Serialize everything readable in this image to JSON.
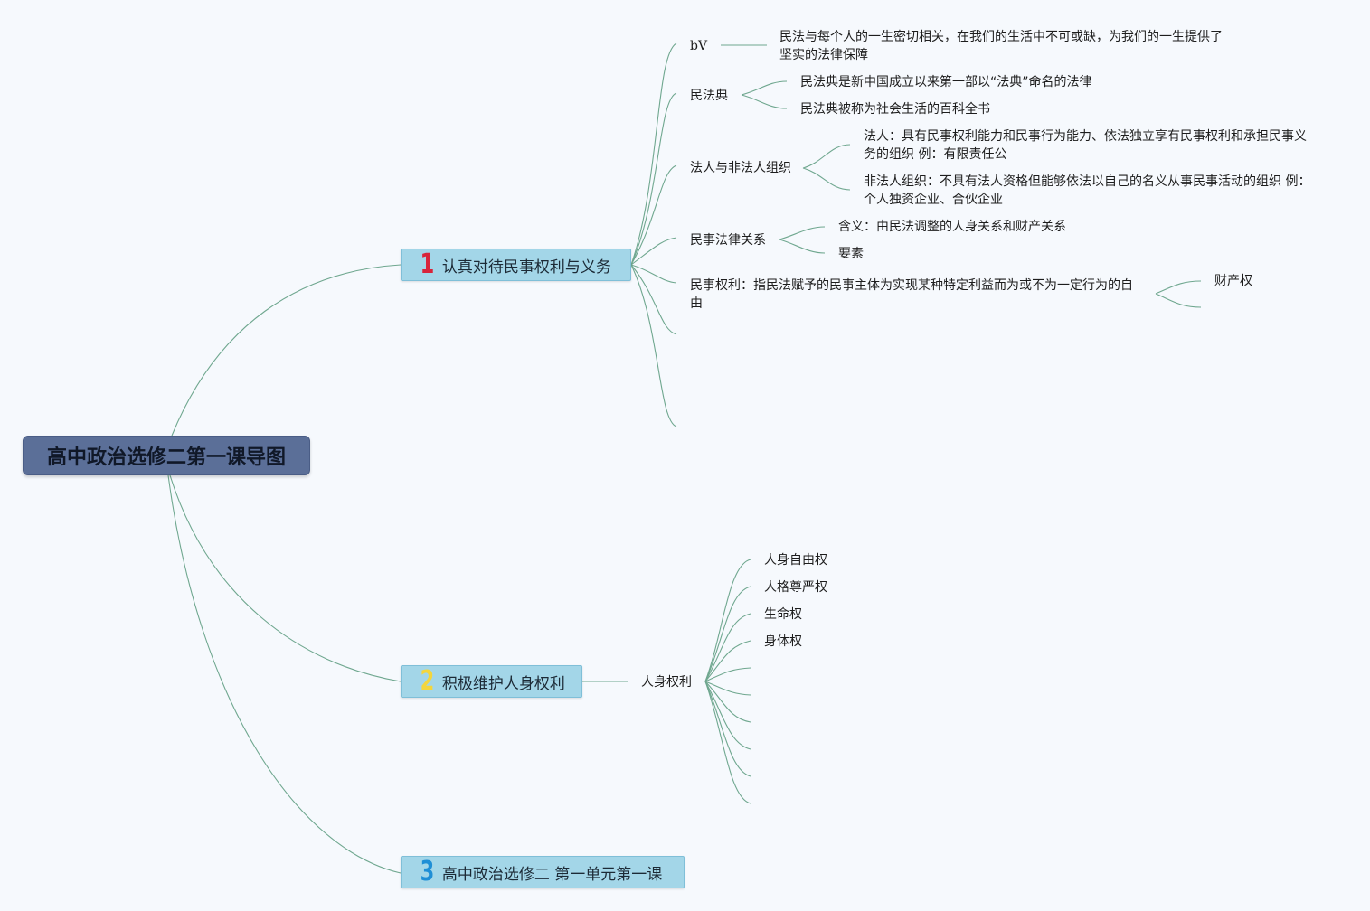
{
  "root": {
    "title": "高中政治选修二第一课导图"
  },
  "branches": [
    {
      "num": "1",
      "num_color": "#d8243a",
      "label": "认真对待民事权利与义务"
    },
    {
      "num": "2",
      "num_color": "#f4d63c",
      "label": "积极维护人身权利"
    },
    {
      "num": "3",
      "num_color": "#1f8fd6",
      "label": "高中政治选修二 第一单元第一课"
    }
  ],
  "branch1": {
    "bv": {
      "label": "bV",
      "line1": "民法与每个人的一生密切相关，在我们的生活中不可或缺，为我们的一生提供了",
      "line2": "坚实的法律保障"
    },
    "mfd": {
      "label": "民法典",
      "c1": "民法典是新中国成立以来第一部以“法典”命名的法律",
      "c2": "民法典被称为社会生活的百科全书"
    },
    "faren": {
      "label": "法人与非法人组织",
      "c1_line1": "法人：具有民事权利能力和民事行为能力、依法独立享有民事权利和承担民事义",
      "c1_line2": "务的组织 例：有限责任公",
      "c2_line1": "非法人组织：不具有法人资格但能够依法以自己的名义从事民事活动的组织 例：",
      "c2_line2": "个人独资企业、合伙企业"
    },
    "guanxi": {
      "label": "民事法律关系",
      "c1": "含义：由民法调整的人身关系和财产关系",
      "c2": "要素"
    },
    "quanli": {
      "line1": "民事权利：指民法赋予的民事主体为实现某种特定利益而为或不为一定行为的自",
      "line2": "由",
      "c1": "财产权"
    }
  },
  "branch2": {
    "label": "人身权利",
    "items": [
      "人身自由权",
      "人格尊严权",
      "生命权",
      "身体权"
    ]
  },
  "colors": {
    "background": "#f6f9fd",
    "connector": "#6fa78f",
    "root_fill": "#5b6f98",
    "branch_fill": "#a3d6e8"
  }
}
